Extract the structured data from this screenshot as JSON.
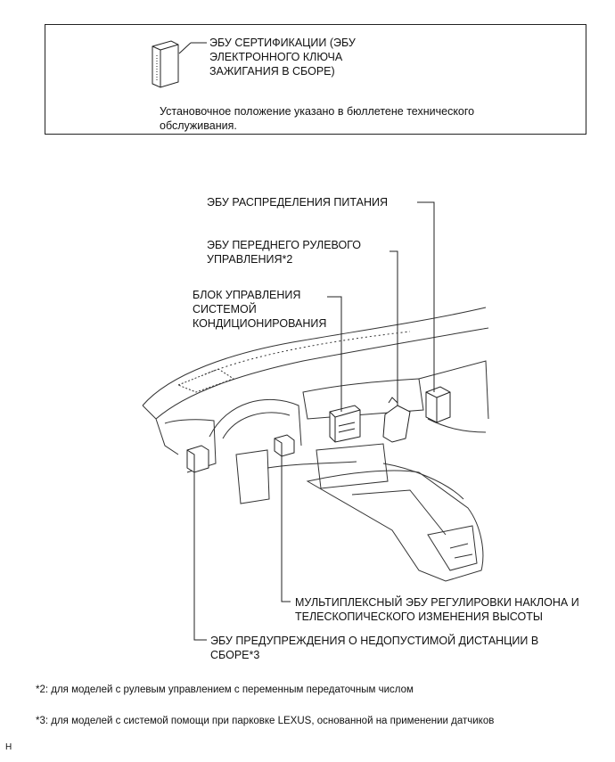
{
  "legend": {
    "title": "ЭБУ СЕРТИФИКАЦИИ (ЭБУ\nЭЛЕКТРОННОГО КЛЮЧА\nЗАЖИГАНИЯ В СБОРЕ)",
    "note": "Установочное положение указано в бюллетене технического обслуживания."
  },
  "labels": {
    "power_distribution": "ЭБУ РАСПРЕДЕЛЕНИЯ ПИТАНИЯ",
    "front_steering": "ЭБУ ПЕРЕДНЕГО РУЛЕВОГО\nУПРАВЛЕНИЯ*2",
    "ac_control": "БЛОК УПРАВЛЕНИЯ\nСИСТЕМОЙ\nКОНДИЦИОНИРОВАНИЯ",
    "tilt_telescopic": "МУЛЬТИПЛЕКСНЫЙ ЭБУ РЕГУЛИРОВКИ НАКЛОНА И\nТЕЛЕСКОПИЧЕСКОГО ИЗМЕНЕНИЯ ВЫСОТЫ",
    "distance_warning": "ЭБУ ПРЕДУПРЕЖДЕНИЯ О НЕДОПУСТИМОЙ ДИСТАНЦИИ В\nСБОРЕ*3"
  },
  "footnotes": {
    "note2": "*2: для моделей с рулевым управлением с переменным передаточным числом",
    "note3": "*3: для моделей с системой помощи при парковке LEXUS, основанной на применении датчиков"
  },
  "corner_mark": "H"
}
